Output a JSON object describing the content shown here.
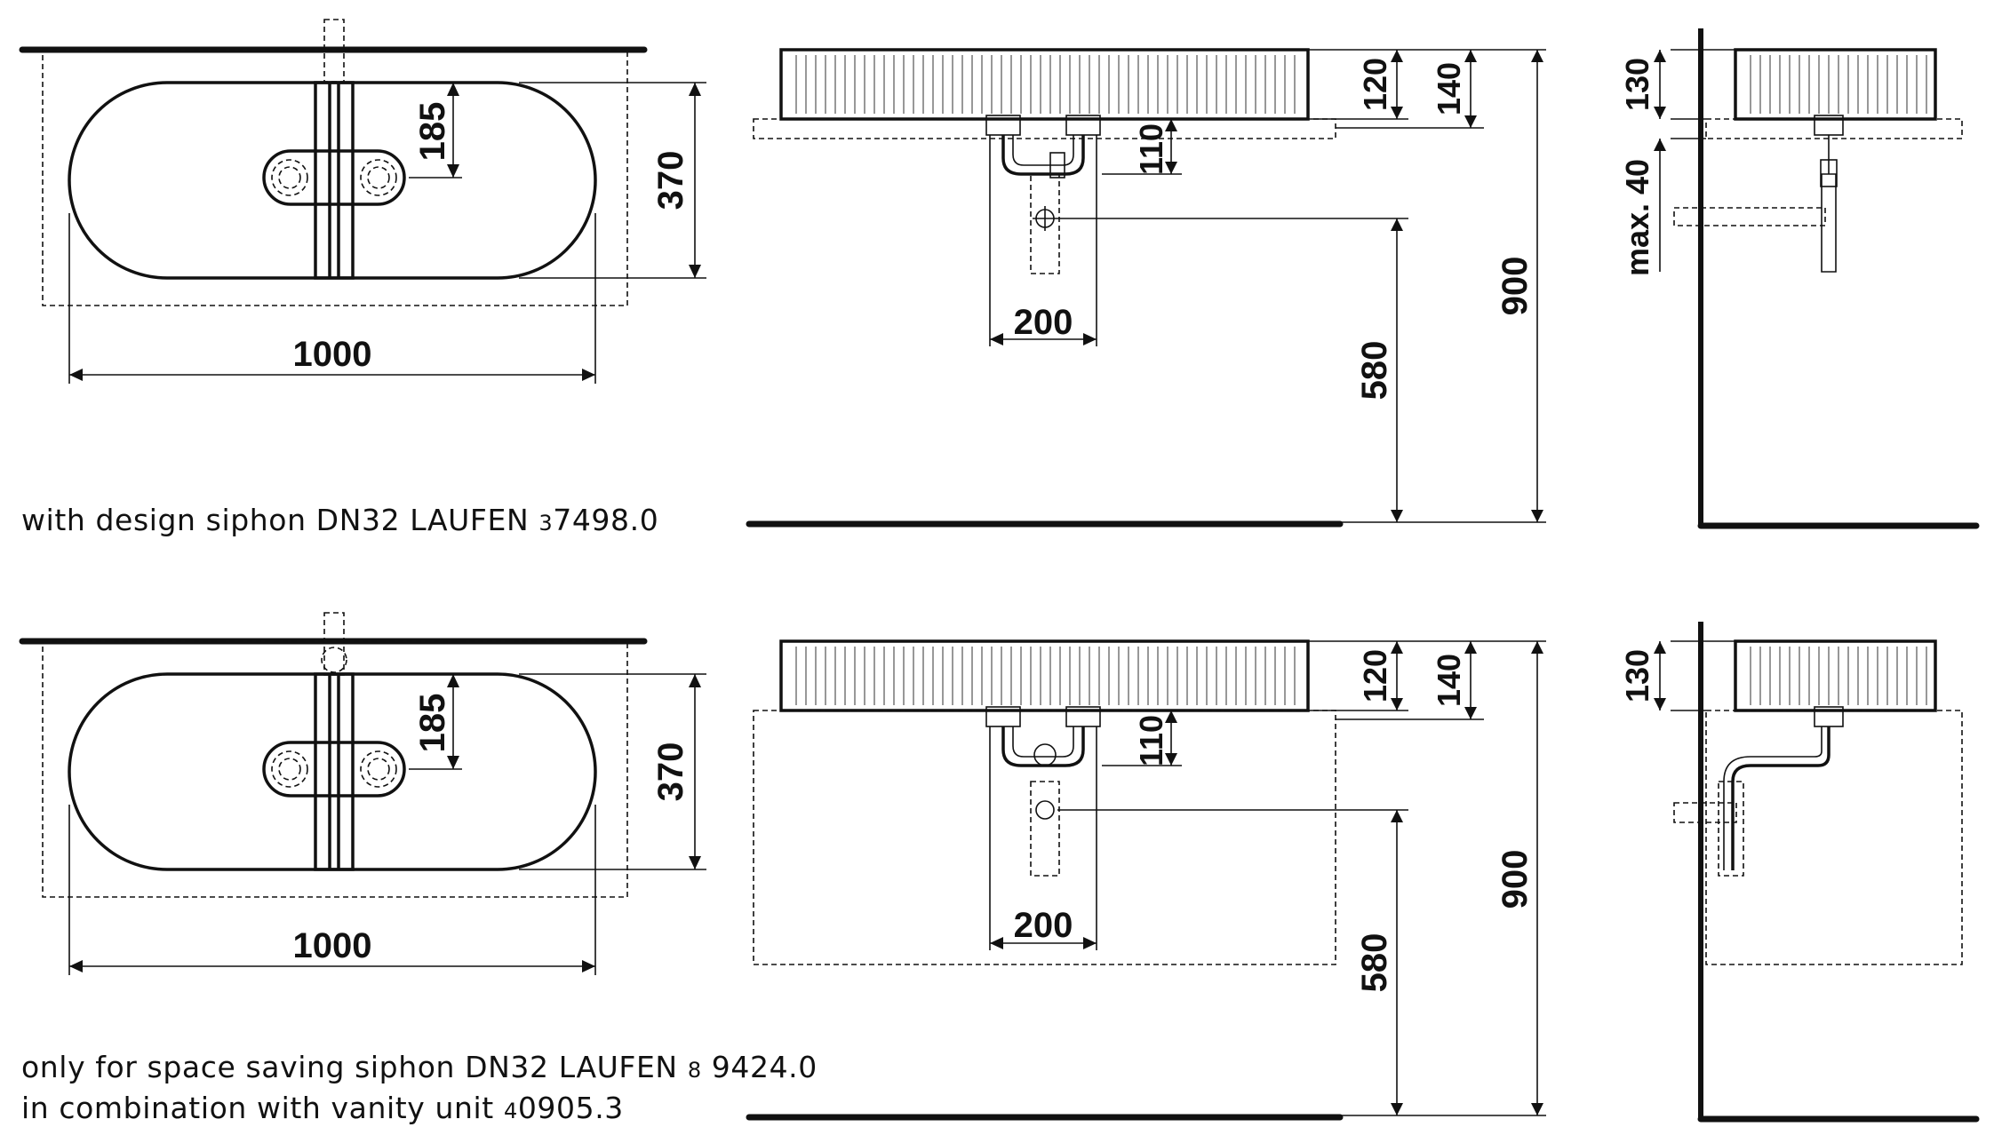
{
  "captions": {
    "top": {
      "text": "with design siphon DN32 LAUFEN",
      "small": "3",
      "code": "7498.0"
    },
    "bottom_line1": {
      "text": "only for space saving siphon DN32 LAUFEN",
      "small": "8",
      "code": "9424.0"
    },
    "bottom_line2": {
      "text": "in combination with vanity unit",
      "small": "4",
      "code": "0905.3"
    }
  },
  "dimensions": {
    "width": "1000",
    "depth": "370",
    "center_to_back": "185",
    "basin_height": "120",
    "basin_height_total": "140",
    "outlet_drop": "110",
    "outlet_spacing": "200",
    "outlet_height": "580",
    "top_height": "900",
    "side_height": "130",
    "max_gap": "max. 40"
  }
}
